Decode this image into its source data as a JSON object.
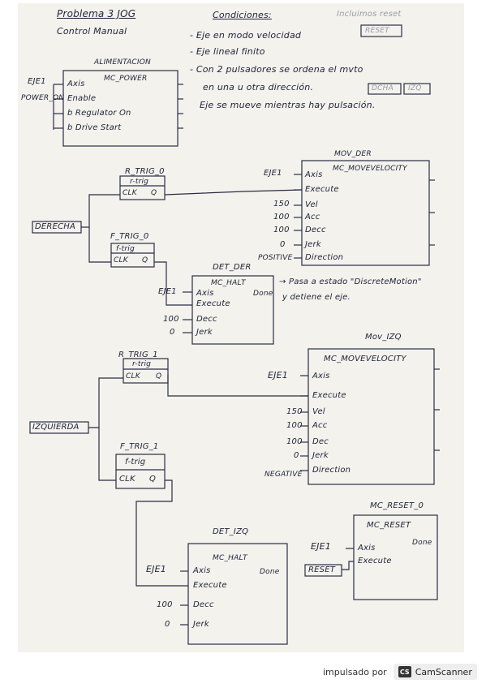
{
  "header": {
    "title": "Problema 3 JOG",
    "subtitle": "Control Manual",
    "conditions_title": "Condiciones:",
    "conditions": [
      "- Eje en modo velocidad",
      "- Eje lineal finito",
      "- Con 2 pulsadores se ordena el mvto",
      "en una u otra dirección.",
      "Eje se mueve mientras hay pulsación."
    ],
    "top_right_note": "Incluimos reset",
    "reset_box": "RESET",
    "direction_boxes": [
      "DCHA",
      "IZQ"
    ]
  },
  "power_block": {
    "instance": "ALIMENTACION",
    "type": "MC_POWER",
    "axis_value": "EJE1",
    "enable_value": "POWER_ON",
    "pins": [
      "Axis",
      "Enable",
      "b Regulator On",
      "b Drive Start"
    ]
  },
  "derecha": {
    "input": "DERECHA",
    "rtrig": {
      "instance": "R_TRIG_0",
      "pin_top": "r-trig",
      "pin_clk": "CLK",
      "pin_q": "Q"
    },
    "ftrig": {
      "instance": "F_TRIG_0",
      "pin_top": "f-trig",
      "pin_clk": "CLK",
      "pin_q": "Q"
    },
    "move": {
      "instance": "MOV_DER",
      "type": "MC_MOVEVELOCITY",
      "axis_value": "EJE1",
      "pins": [
        "Axis",
        "Execute",
        "Vel",
        "Acc",
        "Decc",
        "Jerk",
        "Direction"
      ],
      "values": {
        "vel": "150",
        "acc": "100",
        "decc": "100",
        "jerk": "0",
        "direction": "POSITIVE"
      }
    },
    "halt": {
      "instance": "DET_DER",
      "type": "MC_HALT",
      "axis_value": "EJE1",
      "pins": [
        "Axis",
        "Execute",
        "Decc",
        "Jerk"
      ],
      "out_pin": "Done",
      "values": {
        "decc": "100",
        "jerk": "0"
      },
      "note_1": "→ Pasa a estado \"DiscreteMotion\"",
      "note_2": "y detiene el eje."
    }
  },
  "izquierda": {
    "input": "IZQUIERDA",
    "rtrig": {
      "instance": "R_TRIG_1",
      "pin_top": "r-trig",
      "pin_clk": "CLK",
      "pin_q": "Q"
    },
    "ftrig": {
      "instance": "F_TRIG_1",
      "pin_top": "f-trig",
      "pin_clk": "CLK",
      "pin_q": "Q"
    },
    "move": {
      "instance": "Mov_IZQ",
      "type": "MC_MOVEVELOCITY",
      "axis_value": "EJE1",
      "pins": [
        "Axis",
        "Execute",
        "Vel",
        "Acc",
        "Dec",
        "Jerk",
        "Direction"
      ],
      "values": {
        "vel": "150",
        "acc": "100",
        "dec": "100",
        "jerk": "0",
        "direction": "NEGATIVE"
      }
    },
    "halt": {
      "instance": "DET_IZQ",
      "type": "MC_HALT",
      "axis_value": "EJE1",
      "pins": [
        "Axis",
        "Execute",
        "Decc",
        "Jerk"
      ],
      "out_pin": "Done",
      "values": {
        "decc": "100",
        "jerk": "0"
      }
    }
  },
  "reset_block": {
    "instance": "MC_RESET_0",
    "type": "MC_RESET",
    "axis_value": "EJE1",
    "input": "RESET",
    "pins": [
      "Axis",
      "Execute"
    ],
    "out_pin": "Done"
  },
  "footer": {
    "text": "impulsado por",
    "brand": "CamScanner",
    "logo": "CS"
  }
}
